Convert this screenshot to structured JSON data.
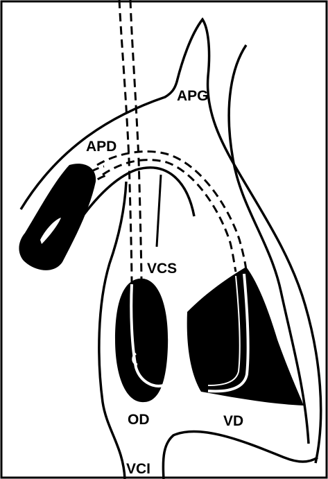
{
  "labels": {
    "apg": "APG",
    "apd": "APD",
    "vcs": "VCS",
    "od": "OD",
    "vd": "VD",
    "vci": "VCI"
  },
  "colors": {
    "ink": "#000000",
    "paper": "#ffffff"
  }
}
